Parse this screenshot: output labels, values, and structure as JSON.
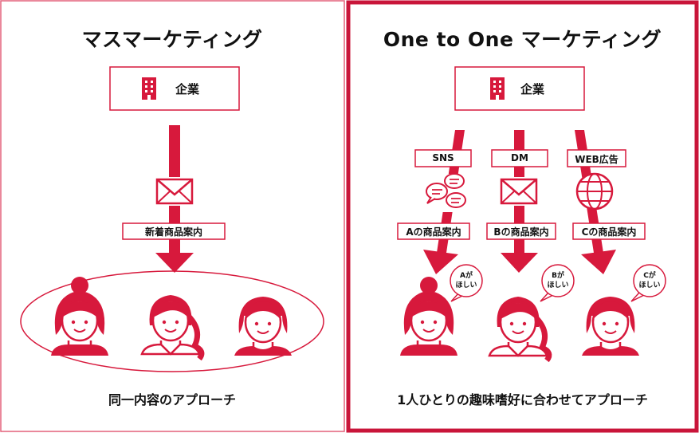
{
  "left_panel": {
    "title": "マスマーケティング",
    "company_label": "企業",
    "channel_tag": "新着商品案内",
    "caption": "同一内容のアプローチ"
  },
  "right_panel": {
    "title": "One to One マーケティング",
    "company_label": "企業",
    "channels": [
      {
        "label": "SNS",
        "tag": "Aの商品案内",
        "bubble_line1": "Aが",
        "bubble_line2": "ほしい",
        "icon": "chat-icon"
      },
      {
        "label": "DM",
        "tag": "Bの商品案内",
        "bubble_line1": "Bが",
        "bubble_line2": "ほしい",
        "icon": "envelope-icon"
      },
      {
        "label": "WEB広告",
        "tag": "Cの商品案内",
        "bubble_line1": "Cが",
        "bubble_line2": "ほしい",
        "icon": "globe-icon"
      }
    ],
    "caption": "1人ひとりの趣味嗜好に合わせてアプローチ"
  },
  "colors": {
    "accent": "#D7193C",
    "border": "#C9153A",
    "text": "#111111"
  }
}
